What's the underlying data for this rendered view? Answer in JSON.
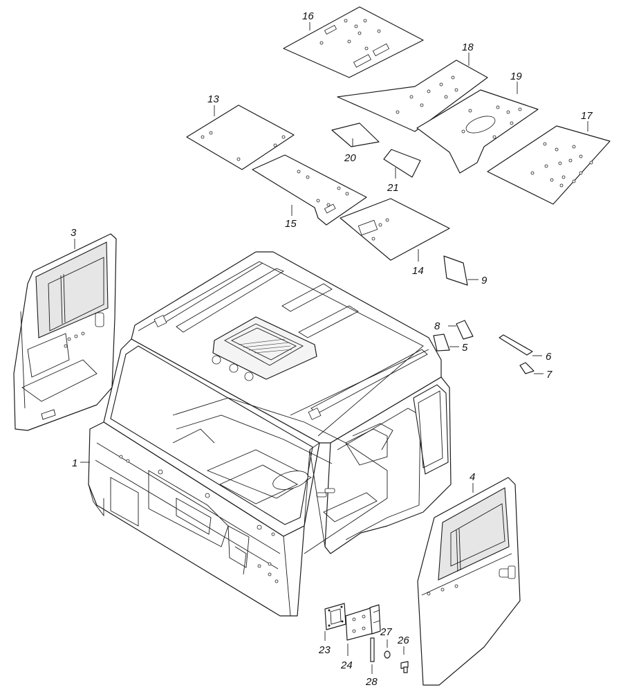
{
  "callouts": {
    "p1": "1",
    "p3": "3",
    "p4": "4",
    "p5": "5",
    "p6": "6",
    "p7": "7",
    "p8": "8",
    "p9": "9",
    "p13": "13",
    "p14": "14",
    "p15": "15",
    "p16": "16",
    "p17": "17",
    "p18": "18",
    "p19": "19",
    "p20": "20",
    "p21": "21",
    "p23": "23",
    "p24": "24",
    "p26": "26",
    "p27": "27",
    "p28": "28"
  },
  "colors": {
    "line": "#1a1a1a",
    "background": "#ffffff",
    "glass": "#e6e6e6"
  }
}
